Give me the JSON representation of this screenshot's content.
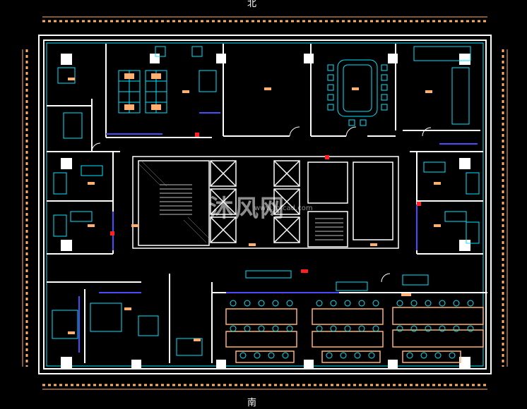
{
  "drawing": {
    "north_label": "北",
    "south_label": "南",
    "watermark_text": "沐风网",
    "watermark_url": "www.mfcad.com"
  },
  "colors": {
    "background": "#000000",
    "wall": "#ffffff",
    "furniture": "#00e5ff",
    "dimension": "#ffb070",
    "accent_blue": "#4a4aff",
    "accent_red": "#ff2020",
    "grid_gray": "#9a9a9a"
  }
}
